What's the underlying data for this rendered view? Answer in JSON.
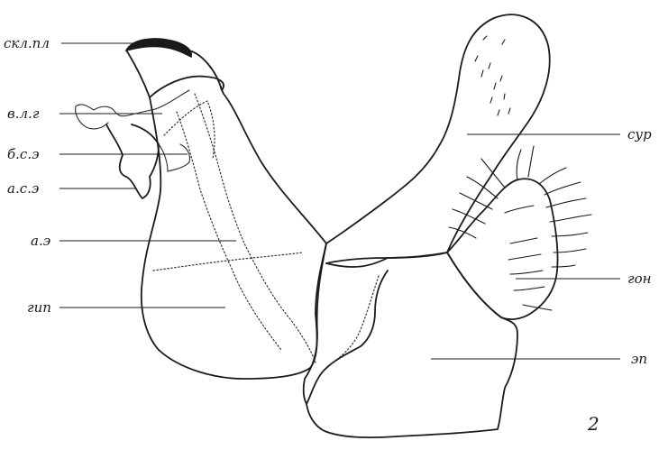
{
  "labels": {
    "skl_pl": "скл.пл",
    "v_l_g": "в.л.г",
    "b_s_e": "б.с.э",
    "a_s_e": "а.с.э",
    "a_e": "а.э",
    "gip": "гип",
    "sur": "сур",
    "gon": "гон",
    "ep": "эп"
  },
  "figure_number": "2"
}
